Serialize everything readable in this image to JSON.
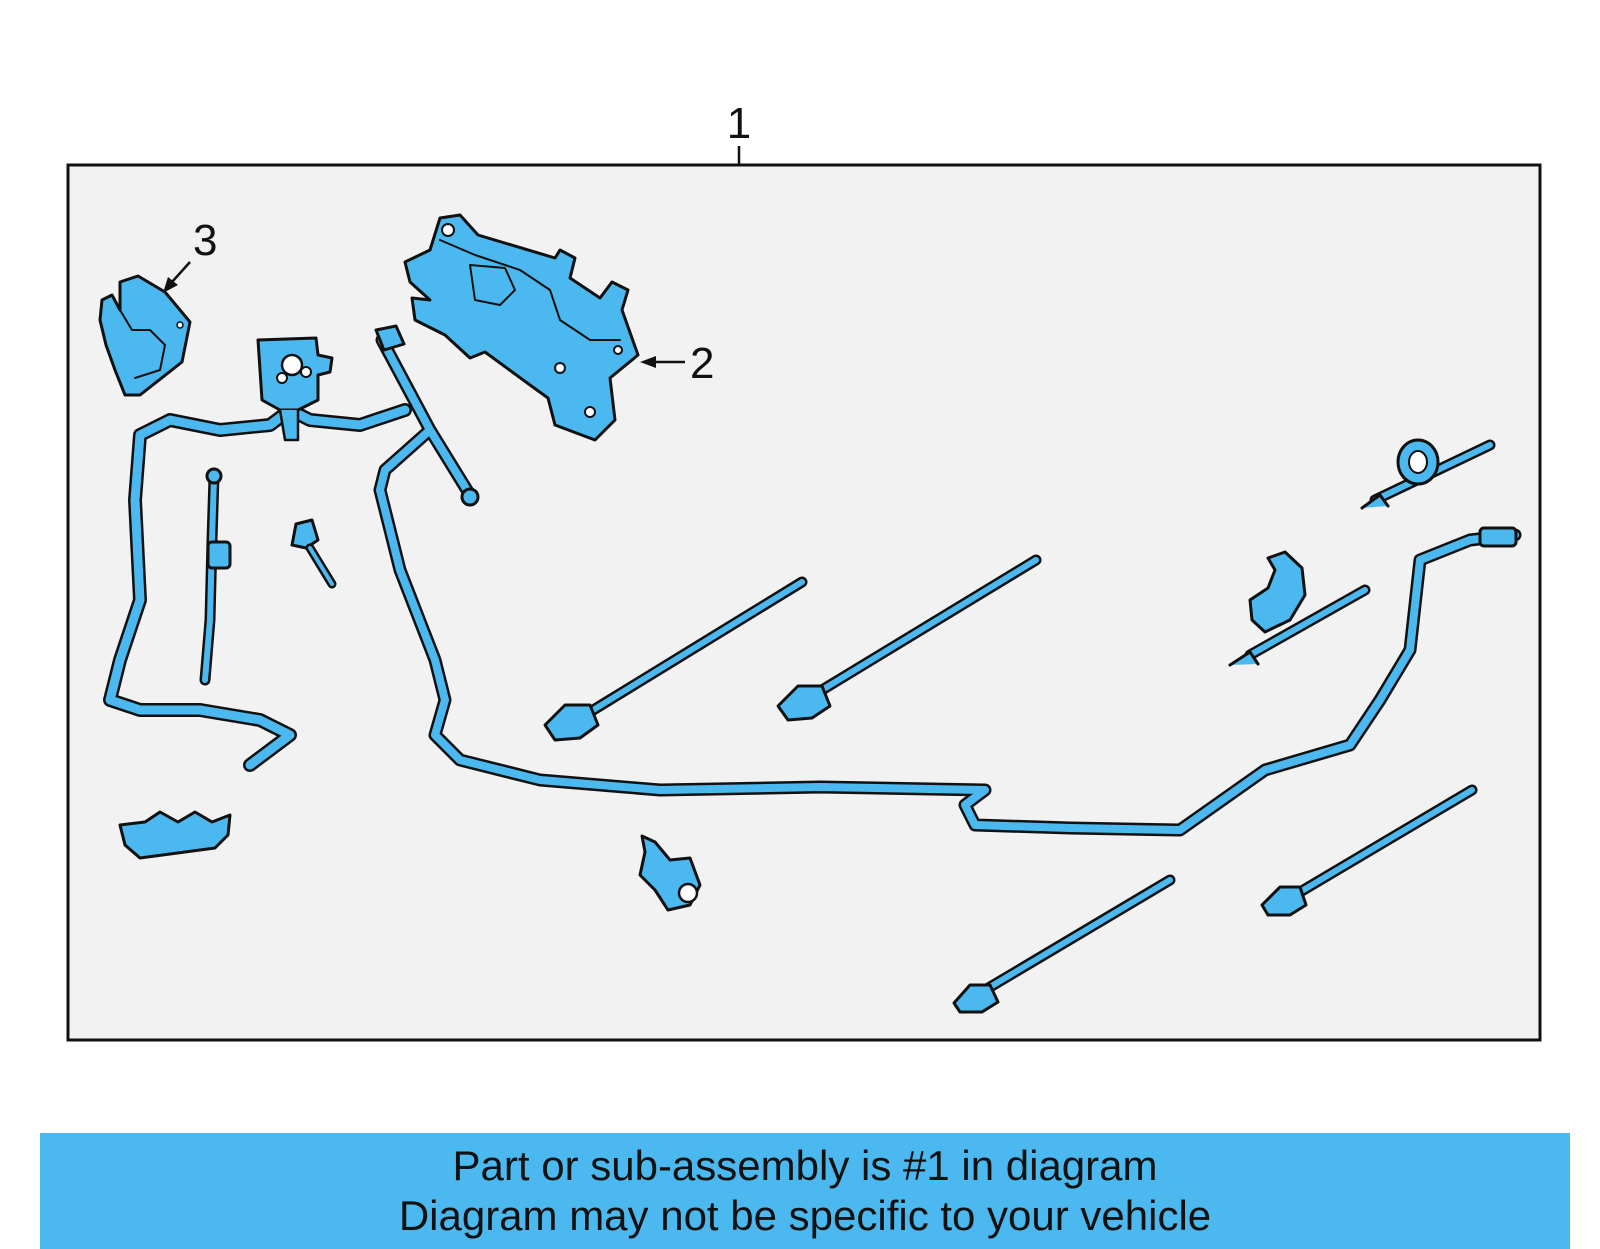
{
  "callouts": {
    "one": "1",
    "two": "2",
    "three": "3"
  },
  "banner": {
    "line1": "Part or sub-assembly is #1 in diagram",
    "line2": "Diagram may not be specific to your vehicle"
  },
  "colors": {
    "part_fill": "#4bb9ef",
    "outline": "#111111",
    "panel_bg": "#f2f2f2",
    "banner_bg": "#4bb9ef"
  }
}
